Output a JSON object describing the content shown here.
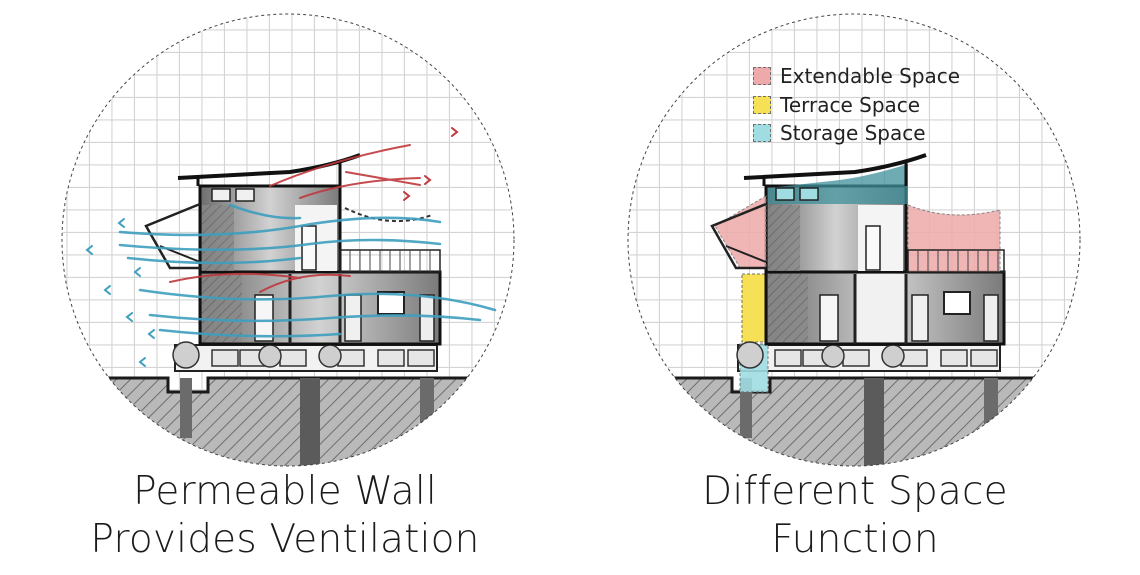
{
  "left_panel": {
    "caption_line1": "Permeable Wall",
    "caption_line2": "Provides Ventilation"
  },
  "right_panel": {
    "caption_line1": "Different Space",
    "caption_line2": "Function",
    "legend": [
      {
        "label": "Extendable Space",
        "color": "#eeaaaa"
      },
      {
        "label": "Terrace Space",
        "color": "#f6e056"
      },
      {
        "label": "Storage Space",
        "color": "#9fdde3"
      }
    ]
  },
  "colors": {
    "airflow_blue": "#3e9fbf",
    "airflow_red": "#c0383d",
    "ground_hatch": "#7a7a7a",
    "grid_line": "#d9d9d9"
  }
}
